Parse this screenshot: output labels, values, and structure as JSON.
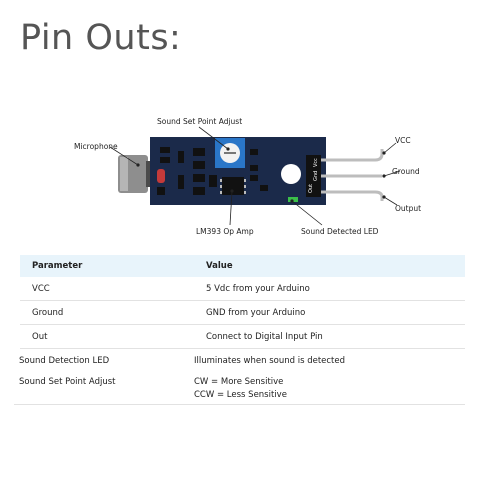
{
  "title": "Pin Outs:",
  "diagram": {
    "labels": {
      "microphone": "Microphone",
      "set_point": "Sound Set Point Adjust",
      "vcc": "VCC",
      "ground": "Ground",
      "output": "Output",
      "op_amp": "LM393 Op Amp",
      "led": "Sound Detected LED"
    },
    "pin_labels": [
      "Out",
      "Gnd",
      "Vcc"
    ]
  },
  "table": {
    "headers": [
      "Parameter",
      "Value"
    ],
    "rows": [
      {
        "param": "VCC",
        "value": "5 Vdc from your Arduino"
      },
      {
        "param": "Ground",
        "value": "GND from your Arduino"
      },
      {
        "param": "Out",
        "value": "Connect to Digital Input Pin"
      }
    ],
    "extra_rows": [
      {
        "param": "Sound Detection LED",
        "value": "Illuminates when sound is detected"
      },
      {
        "param": "Sound Set Point Adjust",
        "value_line1": "CW = More Sensitive",
        "value_line2": "CCW = Less Sensitive"
      }
    ]
  },
  "colors": {
    "board": "#1b2a4a",
    "pot": "#2a76c8",
    "header_bg": "#e8f4fb",
    "led": "#3bbf4a"
  }
}
